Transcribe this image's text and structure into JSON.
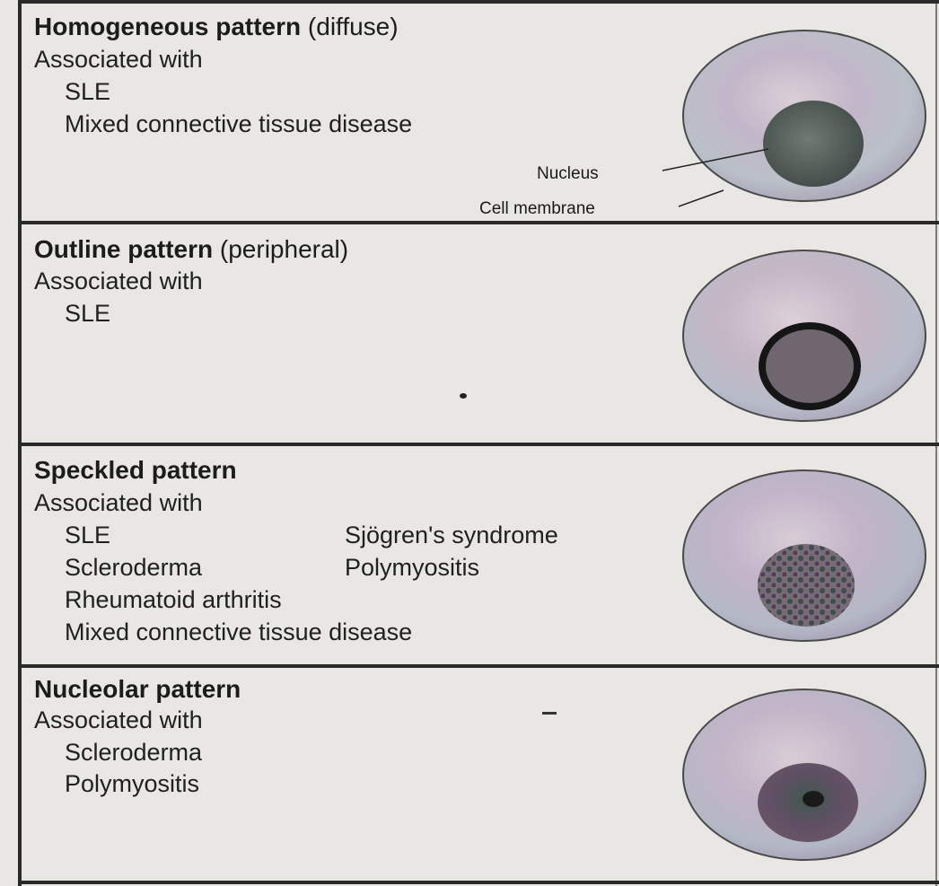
{
  "patterns": [
    {
      "name": "Homogeneous pattern",
      "qualifier": "(diffuse)",
      "associated_label": "Associated with",
      "diseases": [
        "SLE",
        "Mixed connective tissue disease"
      ],
      "labels": {
        "nucleus": "Nucleus",
        "membrane": "Cell membrane"
      }
    },
    {
      "name": "Outline pattern",
      "qualifier": "(peripheral)",
      "associated_label": "Associated with",
      "diseases": [
        "SLE"
      ]
    },
    {
      "name": "Speckled pattern",
      "qualifier": "",
      "associated_label": "Associated with",
      "diseases": [
        "SLE",
        "Sjögren's syndrome",
        "Scleroderma",
        "Polymyositis",
        "Rheumatoid arthritis",
        "Mixed connective tissue disease"
      ]
    },
    {
      "name": "Nucleolar pattern",
      "qualifier": "",
      "associated_label": "Associated with",
      "diseases": [
        "Scleroderma",
        "Polymyositis"
      ]
    }
  ]
}
